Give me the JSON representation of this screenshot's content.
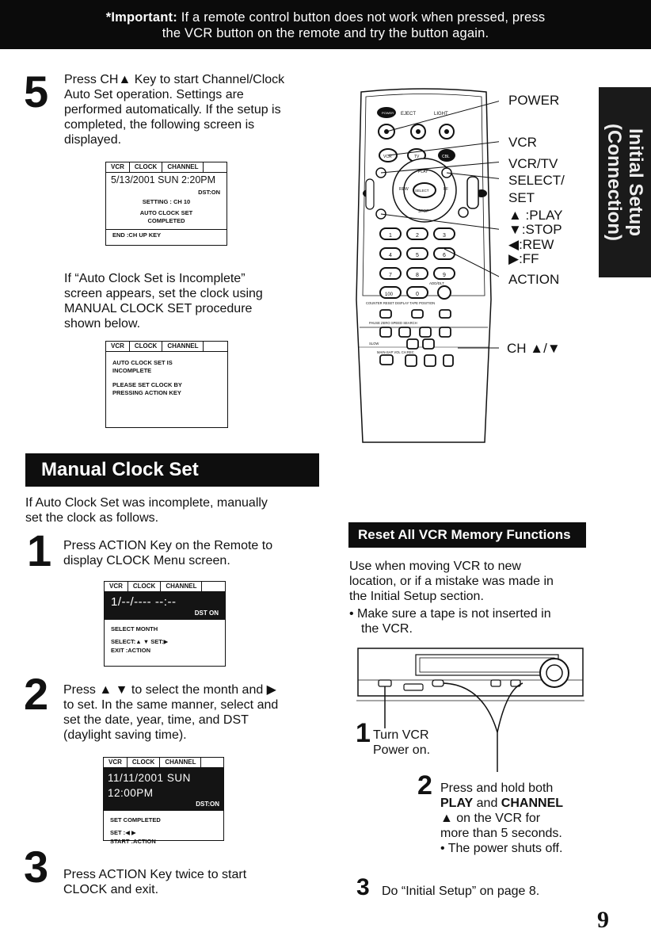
{
  "banner": {
    "label": "*Important:",
    "line1": " If a remote control button does not work when pressed, press",
    "line2": "the VCR button on the remote and try the button again."
  },
  "side_tab": {
    "line1": "Initial Setup",
    "line2": "(Connection)"
  },
  "step5": {
    "num": "5",
    "lines": [
      "Press CH▲ Key to start Channel/Clock",
      "Auto Set operation. Settings are",
      "performed automatically. If the setup is",
      "completed, the following screen is",
      "displayed."
    ]
  },
  "screen_a": {
    "tabs": [
      "VCR",
      "CLOCK",
      "CHANNEL"
    ],
    "date": "5/13/2001 SUN  2:20PM",
    "dst": "DST:ON",
    "setting": "SETTING : CH 10",
    "l1": "AUTO CLOCK SET",
    "l2": "COMPLETED",
    "footer": "END        :CH UP KEY"
  },
  "incomplete_text": {
    "lines": [
      "If “Auto Clock Set is Incomplete”",
      "screen appears, set the clock using",
      "MANUAL CLOCK SET procedure",
      "shown below."
    ]
  },
  "screen_b": {
    "tabs": [
      "VCR",
      "CLOCK",
      "CHANNEL"
    ],
    "l1": "AUTO CLOCK SET IS",
    "l2": "INCOMPLETE",
    "l3": "PLEASE SET CLOCK BY",
    "l4": "PRESSING ACTION KEY"
  },
  "remote_labels": {
    "power": "POWER",
    "vcr": "VCR",
    "vcrtv": "VCR/TV",
    "select": "SELECT/",
    "set": "SET",
    "play": "▲ :PLAY",
    "stop": "▼:STOP",
    "rew": "◀:REW",
    "ff": "▶:FF",
    "action": "ACTION",
    "ch": "CH ▲/▼"
  },
  "remote_keys": {
    "power": "POWER",
    "eject": "EJECT",
    "light": "LIGHT",
    "vcr": "VCR",
    "tv": "TV",
    "cbl": "CBL",
    "play": "PLAY",
    "stop": "STOP",
    "rew": "REW",
    "ff": "FF",
    "select": "SELECT",
    "n1": "1",
    "n2": "2",
    "n3": "3",
    "n4": "4",
    "n5": "5",
    "n6": "6",
    "n7": "7",
    "n8": "8",
    "n9": "9",
    "n100": "100",
    "n0": "0",
    "addtl": "ADD/DLT",
    "row_a": "COUNTER RESET  DISPLAY  TAPE POSITION",
    "row_b": "PAUSE  ZERO  SPEED  SEARCH",
    "slow": "SLOW",
    "row_c": "MAIN-SAP  VOL  CH  REC"
  },
  "manual": {
    "heading": "Manual Clock Set",
    "intro": [
      "If Auto Clock Set was incomplete, manually",
      "set the clock as follows."
    ]
  },
  "step1": {
    "num": "1",
    "lines": [
      "Press ACTION Key on the Remote to",
      "display CLOCK Menu screen."
    ]
  },
  "screen_c": {
    "tabs": [
      "VCR",
      "CLOCK",
      "CHANNEL"
    ],
    "date": "1/--/----      --:--",
    "dst": "DST ON",
    "l1": "SELECT MONTH",
    "l2": "SELECT:▲ ▼      SET:▶",
    "l3": "EXIT    :ACTION"
  },
  "step2": {
    "num": "2",
    "lines": [
      "Press ▲ ▼ to select the month and ▶",
      "to set. In the same manner, select and",
      "set the date, year, time, and DST",
      "(daylight saving time)."
    ]
  },
  "screen_d": {
    "tabs": [
      "VCR",
      "CLOCK",
      "CHANNEL"
    ],
    "date": "11/11/2001 SUN 12:00PM",
    "dst": "DST:ON",
    "l1": "SET COMPLETED",
    "l2": "SET       :◀ ▶",
    "l3": "START   :ACTION"
  },
  "step3": {
    "num": "3",
    "lines": [
      "Press ACTION Key twice to start",
      "CLOCK and exit."
    ]
  },
  "reset": {
    "heading": "Reset All VCR Memory Functions",
    "intro": [
      "Use when moving VCR to new",
      "location, or if a mistake was made in",
      "the Initial Setup section."
    ],
    "bullet": [
      "• Make sure a tape is not inserted in",
      "the VCR."
    ],
    "s1_num": "1",
    "s1": [
      "Turn VCR",
      "Power on."
    ],
    "s2_num": "2",
    "s2_a": "Press and hold both",
    "s2_b_bold1": "PLAY",
    "s2_b_mid": " and ",
    "s2_b_bold2": "CHANNEL",
    "s2_c": "▲ on the VCR for",
    "s2_d": "more than 5 seconds.",
    "s2_e": "• The power shuts off.",
    "s3_num": "3",
    "s3": "Do “Initial Setup” on page 8."
  },
  "page_number": "9"
}
